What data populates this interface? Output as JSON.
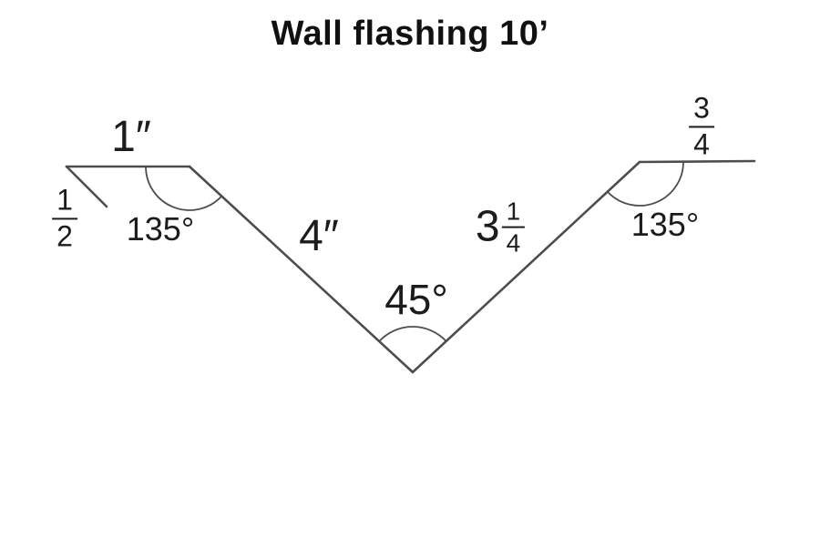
{
  "title": "Wall flashing 10’",
  "diagram": {
    "top_left_length": "1″",
    "left_leg_fraction": {
      "numerator": "1",
      "denominator": "2"
    },
    "left_angle": "135°",
    "left_diagonal_length": "4″",
    "vertex_angle": "45°",
    "right_diagonal_length": {
      "whole": "3",
      "numerator": "1",
      "denominator": "4"
    },
    "right_angle": "135°",
    "top_right_fraction": {
      "numerator": "3",
      "denominator": "4"
    }
  },
  "colors": {
    "line": "#4d4d4d",
    "text": "#1c1c1c",
    "background": "#ffffff"
  }
}
